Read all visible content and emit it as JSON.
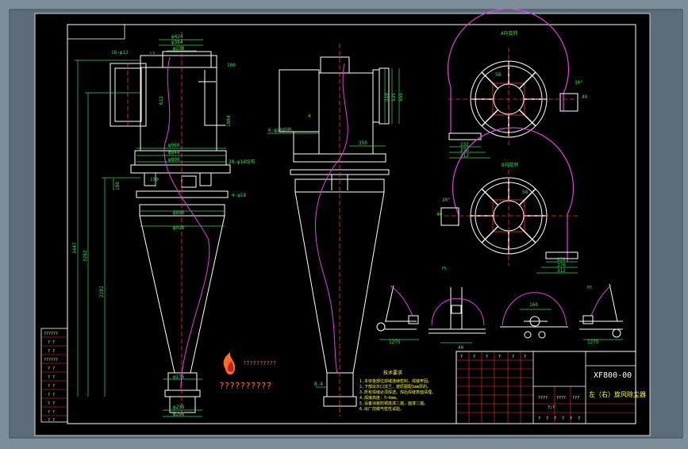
{
  "drawing": {
    "title_block": {
      "drawing_number": "XF800-00",
      "drawing_title": "左（右）旋风除尘器"
    },
    "company_text": "??????????",
    "logo_text": "??????????",
    "tech_requirements": {
      "heading": "技术要求",
      "lines": [
        "1.本体各部位焊缝连续密封，焊接牢固。",
        "2.下部出灰口法兰，按原图配1mm厚的。",
        "3.所有焊缝必须焊透，焊后焊缝表面清理。",
        "4.焊接高度：5~6mm。",
        "5.设备涂装防锈底漆二遍，面漆二遍。",
        "6.出厂前做气密性试验。"
      ]
    },
    "front_dims": {
      "d424": "φ424",
      "d364": "φ364",
      "d270": "φ270",
      "d960": "φ960",
      "d844": "φ844",
      "d800": "φ800",
      "d850": "φ850",
      "d910": "φ910",
      "d175": "φ175",
      "d235": "φ235",
      "d295": "φ295",
      "h3447": "3447",
      "h3282": "3282",
      "h2282": "2282",
      "h612": "612",
      "h1004": "1004",
      "h180": "180",
      "inlet_tag": "16-φ12",
      "bolt_tag_top": "20-φ14均布",
      "bolt_tag_mid": "4-φ18",
      "h12": "12",
      "h100": "100",
      "h150": "150"
    },
    "side_dims": {
      "h350": "350",
      "tag_holes": "6-φ20均布",
      "w510": "510",
      "w535": "535",
      "w555": "555",
      "h4": "4",
      "tag_bottom": "8-4"
    },
    "top_view_a": {
      "label": "A向旋转",
      "d58": "58",
      "a30": "30°",
      "h40": "40",
      "w232": "232",
      "w276": "276",
      "w312": "312"
    },
    "top_view_b": {
      "label": "B向旋转",
      "d58": "58",
      "a30": "30°",
      "h40": "40",
      "w232": "232",
      "w276": "276",
      "w312": "312"
    },
    "detail_dims": {
      "a": "1275",
      "b": "40",
      "c": "160",
      "d": "1275"
    },
    "section_labels": {
      "p5a": "P5",
      "p5b": "P5"
    },
    "revision_table": {
      "left_rows": [
        "??????",
        "?  ?",
        "?  ?",
        "??????",
        "?  ?",
        "?  ?",
        "?  ?",
        "?  ?",
        "?  ?",
        "?  ?",
        "?  ?"
      ]
    },
    "title_cells": {
      "r1": [
        "?",
        "?",
        "?",
        "?",
        "?",
        "?"
      ],
      "row_misc": [
        "????",
        "????",
        "???",
        "?:?"
      ],
      "bottom": [
        "?",
        "?",
        "?",
        "?",
        "?",
        "?"
      ]
    }
  }
}
